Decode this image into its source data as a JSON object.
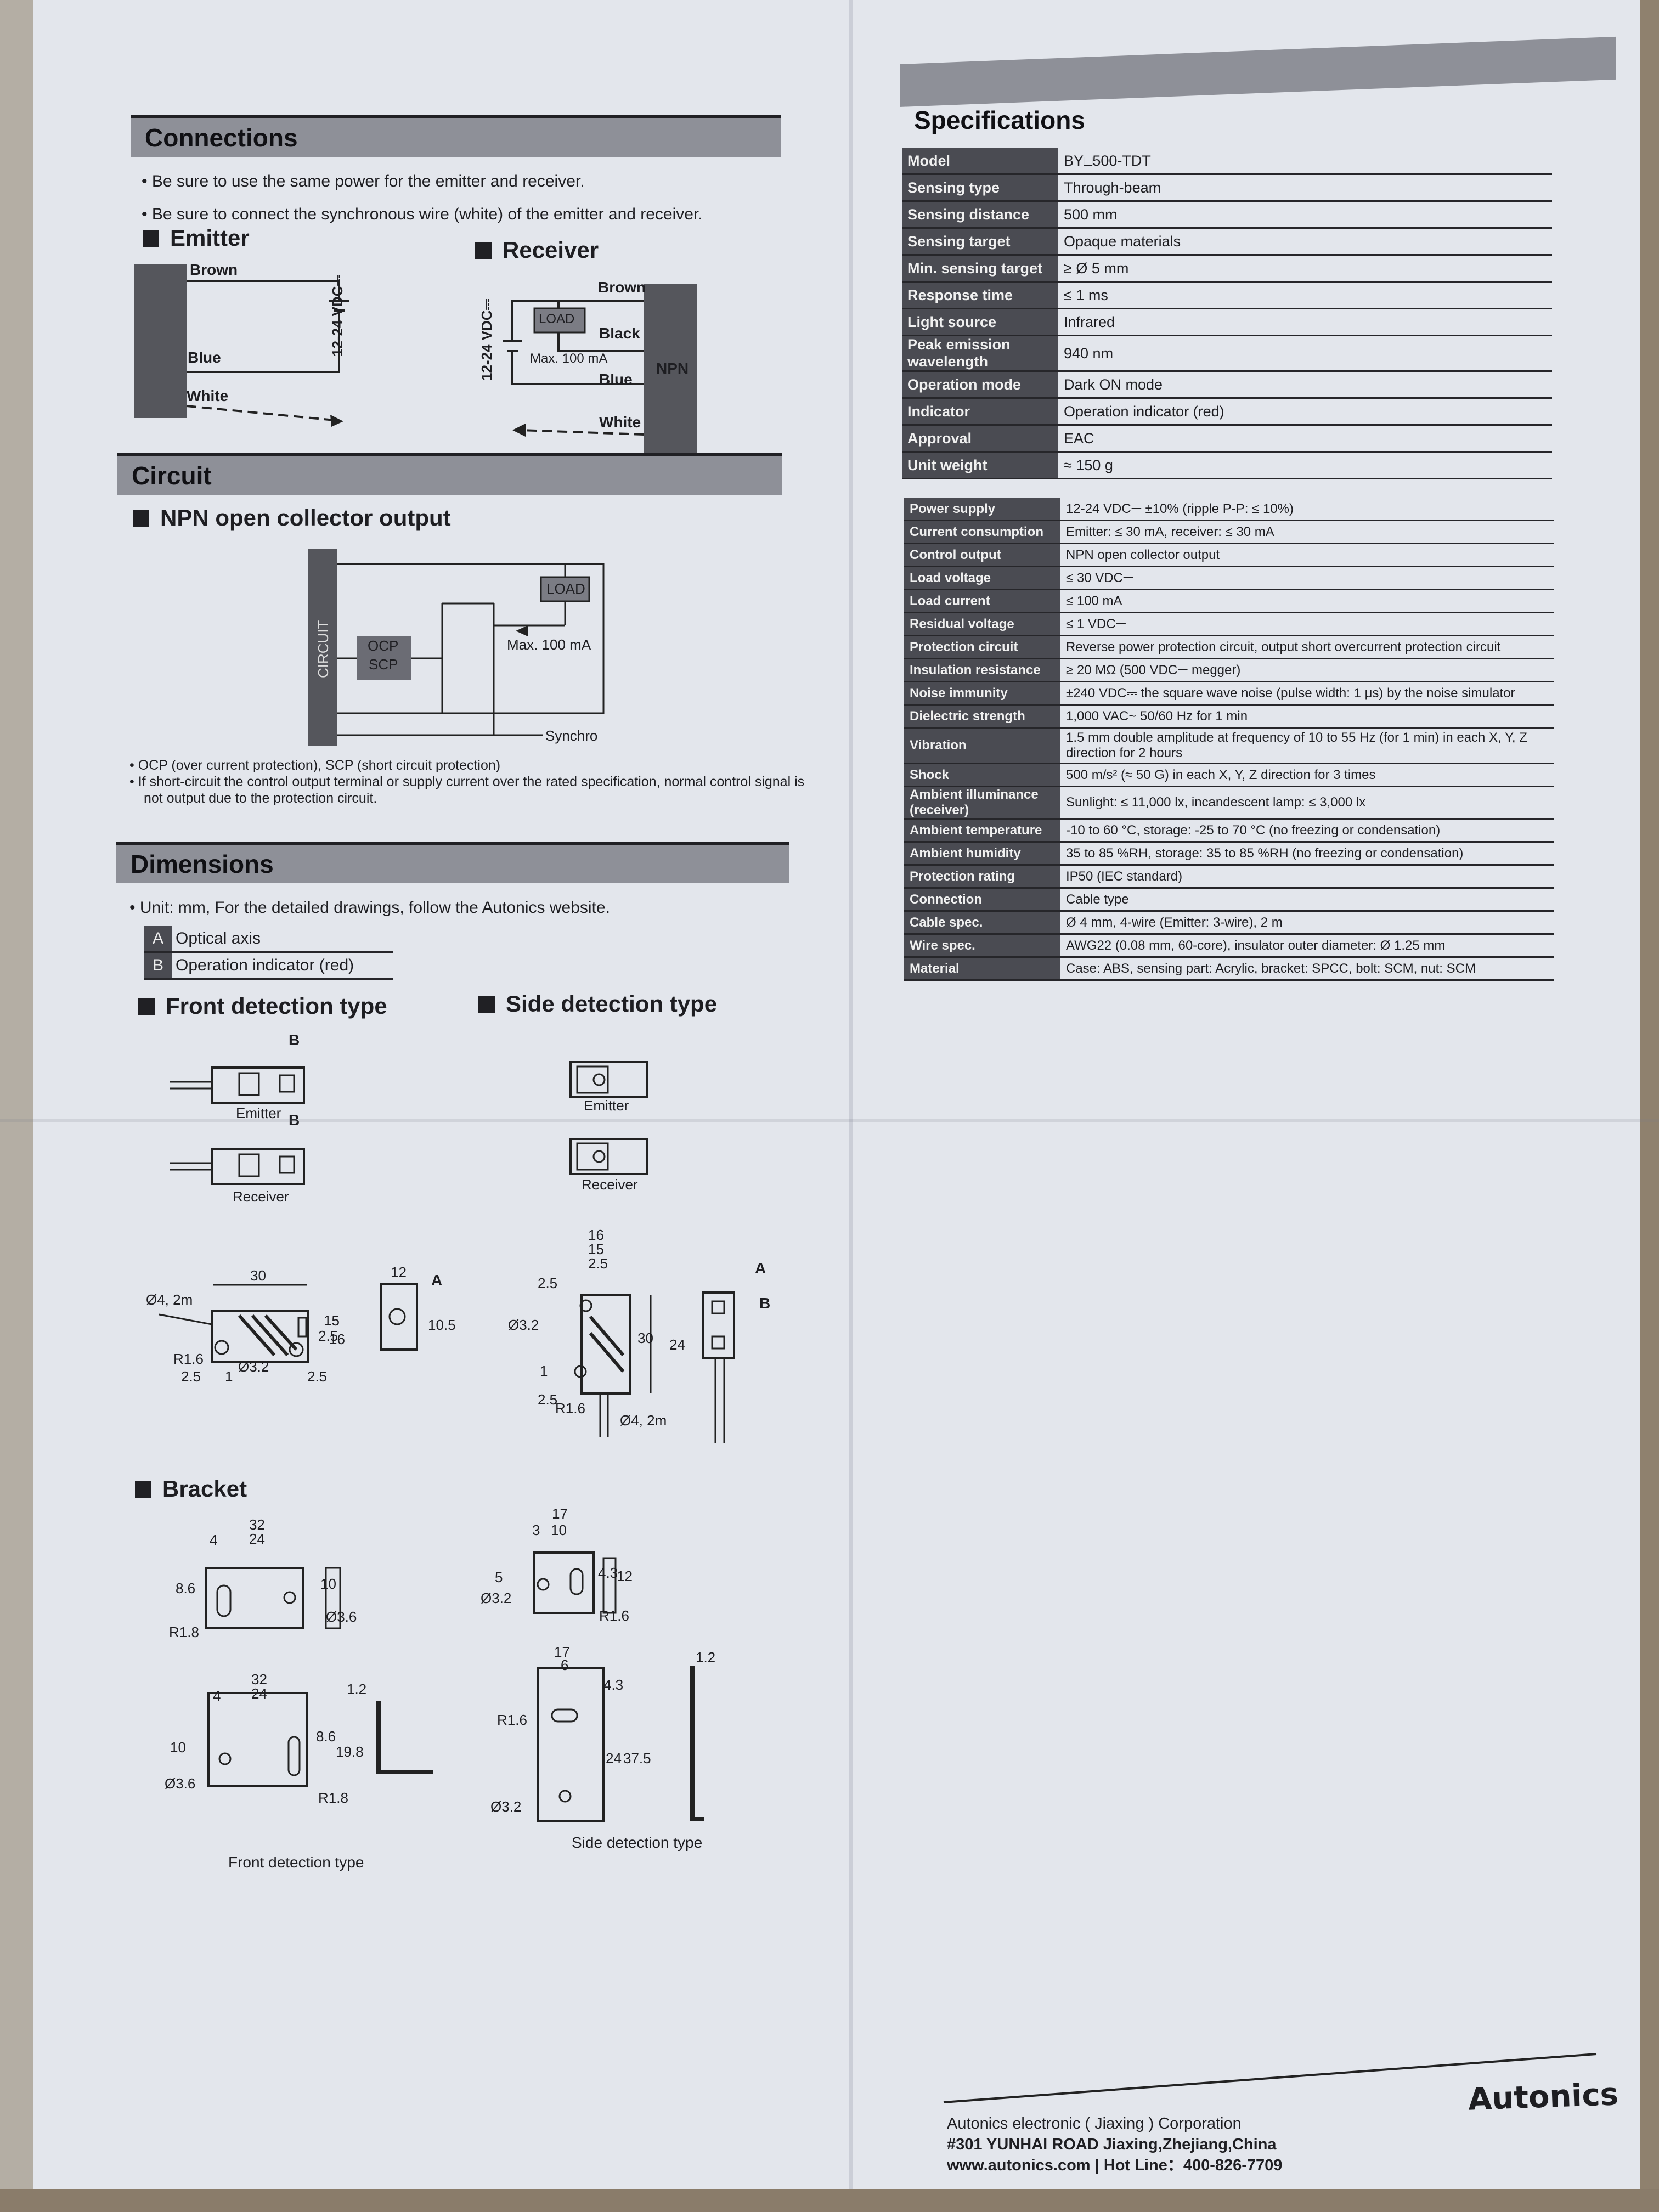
{
  "connections": {
    "title": "Connections",
    "notes": [
      "• Be sure to use the same power for the emitter and receiver.",
      "• Be sure to connect the synchronous wire (white) of the emitter and receiver."
    ],
    "emitter_title": "Emitter",
    "receiver_title": "Receiver",
    "emitter_wires": {
      "brown": "Brown",
      "blue": "Blue",
      "white": "White",
      "voltage": "12-24 VDC⎓"
    },
    "receiver_wires": {
      "brown": "Brown",
      "black": "Black",
      "blue": "Blue",
      "white": "White",
      "voltage": "12-24 VDC⎓",
      "load": "LOAD",
      "max": "Max. 100 mA",
      "npn": "NPN"
    }
  },
  "circuit": {
    "title": "Circuit",
    "subtitle": "NPN open collector output",
    "circuit_label": "CIRCUIT",
    "ocp": "OCP",
    "scp": "SCP",
    "load": "LOAD",
    "max": "Max. 100 mA",
    "synchro": "Synchro",
    "notes": [
      "• OCP (over current protection), SCP (short circuit protection)",
      "• If short-circuit the control output terminal or supply current over the rated specification, normal control signal is",
      "not output due to the protection circuit."
    ]
  },
  "dimensions": {
    "title": "Dimensions",
    "note": "• Unit: mm, For the detailed drawings, follow the Autonics website.",
    "legend": [
      {
        "k": "A",
        "v": "Optical axis"
      },
      {
        "k": "B",
        "v": "Operation indicator (red)"
      }
    ],
    "front_title": "Front detection type",
    "side_title": "Side detection type",
    "emitter": "Emitter",
    "receiver": "Receiver",
    "labels": {
      "a": "A",
      "b": "B",
      "d30": "30",
      "d12": "12",
      "d16": "16",
      "d15": "15",
      "d25": "2.5",
      "d105": "10.5",
      "d24": "24",
      "d1": "1",
      "r16": "R1.6",
      "o32": "Ø3.2",
      "o42m": "Ø4, 2m"
    }
  },
  "bracket": {
    "title": "Bracket",
    "front_caption": "Front detection type",
    "side_caption": "Side detection type",
    "labels": {
      "d32": "32",
      "d24": "24",
      "d4": "4",
      "d10": "10",
      "d86": "8.6",
      "r18": "R1.8",
      "o36": "Ø3.6",
      "d17": "17",
      "d3": "3",
      "d5": "5",
      "o32": "Ø3.2",
      "d43": "4.3",
      "d12": "12",
      "r16": "R1.6",
      "d6": "6",
      "d12t": "1.2",
      "d198": "19.8",
      "d375": "37.5"
    }
  },
  "specifications": {
    "title": "Specifications",
    "rows": [
      {
        "k": "Model",
        "v": "BY□500-TDT"
      },
      {
        "k": "Sensing type",
        "v": "Through-beam"
      },
      {
        "k": "Sensing distance",
        "v": "500 mm"
      },
      {
        "k": "Sensing target",
        "v": "Opaque materials"
      },
      {
        "k": "Min. sensing target",
        "v": "≥ Ø 5 mm"
      },
      {
        "k": "Response time",
        "v": "≤ 1 ms"
      },
      {
        "k": "Light source",
        "v": "Infrared"
      },
      {
        "k": "Peak emission wavelength",
        "v": "940 nm"
      },
      {
        "k": "Operation mode",
        "v": "Dark ON mode"
      },
      {
        "k": "Indicator",
        "v": "Operation indicator (red)"
      },
      {
        "k": "Approval",
        "v": "EAC"
      },
      {
        "k": "Unit weight",
        "v": "≈ 150 g"
      }
    ],
    "rows2": [
      {
        "k": "Power supply",
        "v": "12-24 VDC⎓ ±10% (ripple P-P: ≤ 10%)"
      },
      {
        "k": "Current consumption",
        "v": "Emitter: ≤ 30 mA, receiver: ≤ 30 mA"
      },
      {
        "k": "Control output",
        "v": "NPN open collector output"
      },
      {
        "k": "Load voltage",
        "v": "≤ 30 VDC⎓"
      },
      {
        "k": "Load current",
        "v": "≤ 100 mA"
      },
      {
        "k": "Residual voltage",
        "v": "≤ 1 VDC⎓"
      },
      {
        "k": "Protection circuit",
        "v": "Reverse power protection circuit, output short overcurrent protection circuit"
      },
      {
        "k": "Insulation resistance",
        "v": "≥ 20 MΩ (500 VDC⎓ megger)"
      },
      {
        "k": "Noise immunity",
        "v": "±240 VDC⎓ the square wave noise (pulse width: 1 μs) by the noise simulator"
      },
      {
        "k": "Dielectric strength",
        "v": "1,000 VAC~ 50/60 Hz for 1 min"
      },
      {
        "k": "Vibration",
        "v": "1.5 mm double amplitude at frequency of 10 to 55 Hz (for 1 min) in each X, Y, Z direction for 2 hours"
      },
      {
        "k": "Shock",
        "v": "500 m/s² (≈ 50 G) in each X, Y, Z direction for 3 times"
      },
      {
        "k": "Ambient illuminance (receiver)",
        "v": "Sunlight: ≤ 11,000 lx, incandescent lamp: ≤ 3,000 lx"
      },
      {
        "k": "Ambient temperature",
        "v": "-10 to 60 °C, storage: -25 to 70 °C (no freezing or condensation)"
      },
      {
        "k": "Ambient humidity",
        "v": "35 to 85 %RH, storage: 35 to 85 %RH (no freezing or condensation)"
      },
      {
        "k": "Protection rating",
        "v": "IP50 (IEC standard)"
      },
      {
        "k": "Connection",
        "v": "Cable type"
      },
      {
        "k": "Cable spec.",
        "v": "Ø 4 mm, 4-wire (Emitter: 3-wire), 2 m"
      },
      {
        "k": "Wire spec.",
        "v": "AWG22 (0.08 mm, 60-core), insulator outer diameter: Ø 1.25 mm"
      },
      {
        "k": "Material",
        "v": "Case: ABS, sensing part: Acrylic, bracket: SPCC, bolt: SCM, nut: SCM"
      }
    ]
  },
  "footer": {
    "brand": "Autonics",
    "company": "Autonics electronic ( Jiaxing ) Corporation",
    "address": "#301 YUNHAI ROAD Jiaxing,Zhejiang,China",
    "website": "www.autonics.com",
    "separator": "|",
    "hotline": "Hot Line：400-826-7709"
  }
}
